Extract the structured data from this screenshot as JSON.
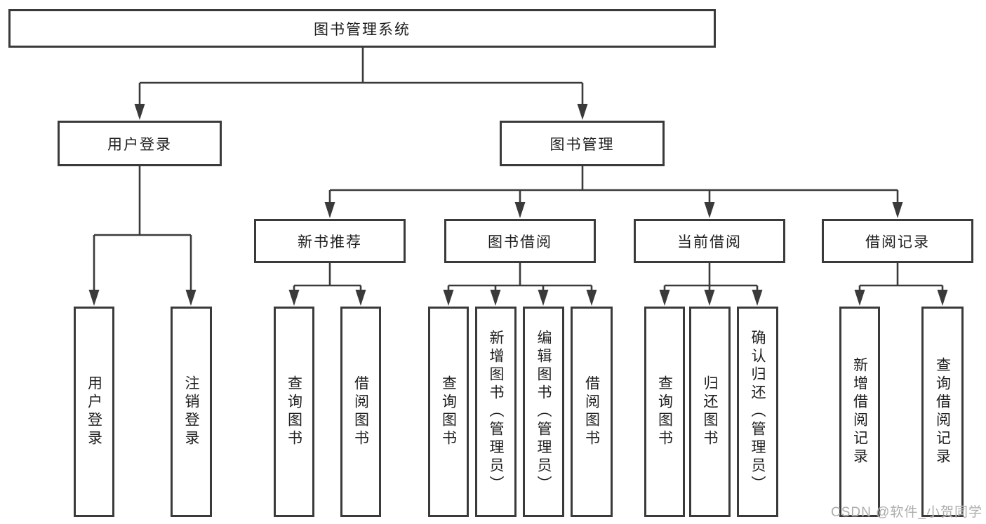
{
  "diagram": {
    "title": "图书管理系统",
    "watermark": "CSDN @软件_小贺同学",
    "colors": {
      "line": "#3a3a3a",
      "box_border": "#3a3a3a",
      "box_fill": "#ffffff",
      "text": "#1f1f1f",
      "watermark": "#adadad"
    },
    "tree": {
      "label": "图书管理系统",
      "children": [
        {
          "label": "用户登录",
          "children": [
            {
              "label": "用户登录"
            },
            {
              "label": "注销登录"
            }
          ]
        },
        {
          "label": "图书管理",
          "children": [
            {
              "label": "新书推荐",
              "children": [
                {
                  "label": "查询图书"
                },
                {
                  "label": "借阅图书"
                }
              ]
            },
            {
              "label": "图书借阅",
              "children": [
                {
                  "label": "查询图书"
                },
                {
                  "label": "新增图书（管理员）"
                },
                {
                  "label": "编辑图书（管理员）"
                },
                {
                  "label": "借阅图书"
                }
              ]
            },
            {
              "label": "当前借阅",
              "children": [
                {
                  "label": "查询图书"
                },
                {
                  "label": "归还图书"
                },
                {
                  "label": "确认归还（管理员）"
                }
              ]
            },
            {
              "label": "借阅记录",
              "children": [
                {
                  "label": "新增借阅记录"
                },
                {
                  "label": "查询借阅记录"
                }
              ]
            }
          ]
        }
      ]
    }
  }
}
